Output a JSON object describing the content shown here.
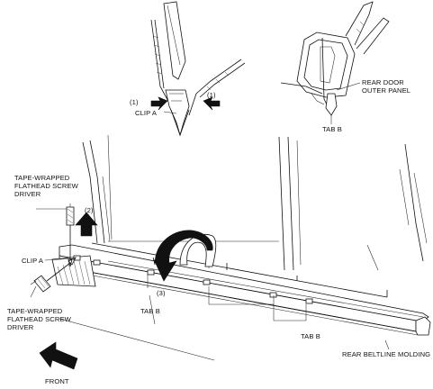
{
  "labels": {
    "clip_a_top": "CLIP A",
    "step1_left": "(1)",
    "step1_right": "(1)",
    "rear_door_outer_panel_line1": "REAR DOOR",
    "rear_door_outer_panel_line2": "OUTER PANEL",
    "tab_b_top": "TAB B",
    "screwdriver_top_line1": "TAPE-WRAPPED",
    "screwdriver_top_line2": "FLATHEAD SCREW",
    "screwdriver_top_line3": "DRIVER",
    "step2": "(2)",
    "clip_a_main": "CLIP A",
    "step3": "(3)",
    "tab_b_left": "TAB B",
    "screwdriver_bottom_line1": "TAPE-WRAPPED",
    "screwdriver_bottom_line2": "FLATHEAD SCREW",
    "screwdriver_bottom_line3": "DRIVER",
    "tab_b_right": "TAB B",
    "rear_beltline_molding": "REAR BELTLINE MOLDING",
    "front": "FRONT"
  },
  "colors": {
    "line": "#111111",
    "background": "#ffffff"
  }
}
